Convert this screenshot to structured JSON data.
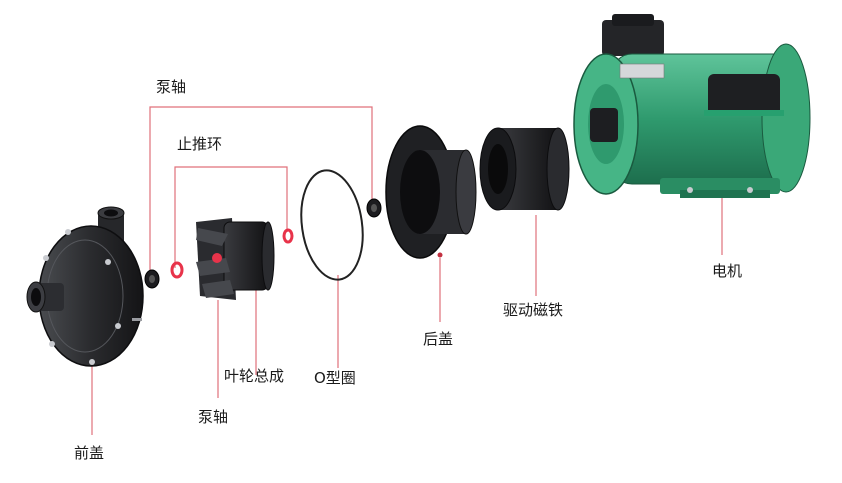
{
  "labels": {
    "pump_shaft_top": "泵轴",
    "thrust_ring": "止推环",
    "impeller_assembly": "叶轮总成",
    "pump_shaft_bottom": "泵轴",
    "o_ring": "O型圈",
    "rear_cover": "后盖",
    "drive_magnet": "驱动磁铁",
    "motor": "电机",
    "front_cover": "前盖"
  },
  "colors": {
    "leader_line": "#e0707a",
    "plastic_dark": "#202124",
    "motor_green": "#2f9a6e",
    "thrust_ring": "#e8334a"
  }
}
